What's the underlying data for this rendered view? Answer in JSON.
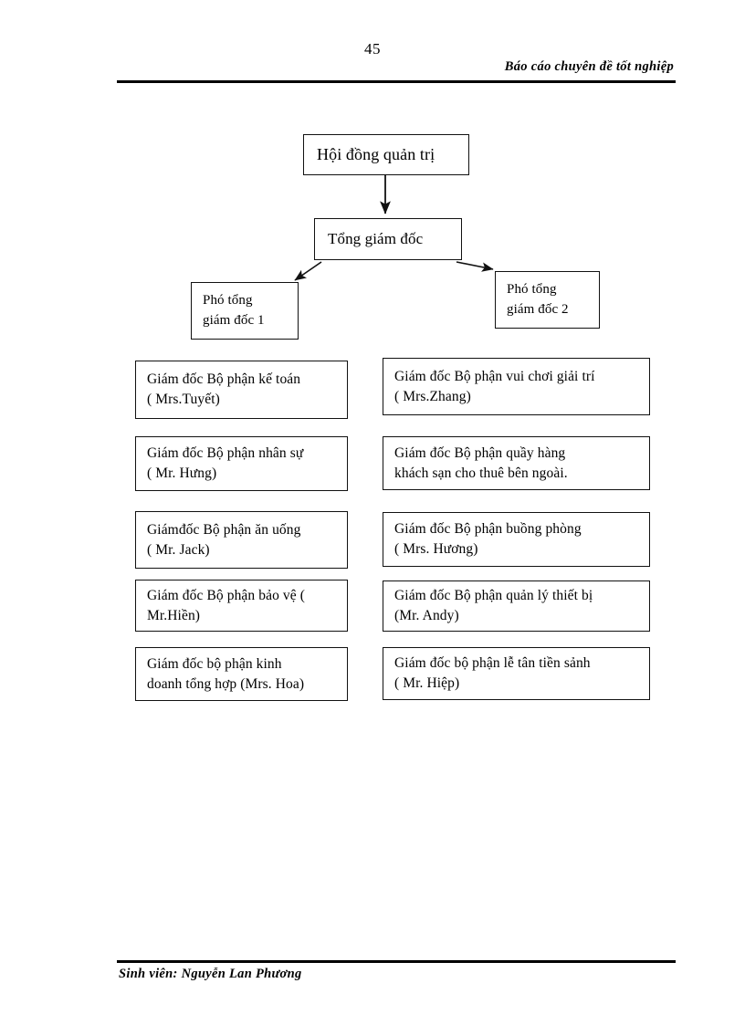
{
  "page": {
    "number": "45",
    "header_title": "Báo cáo chuyên đề tốt nghiệp",
    "footer_text": "Sinh viên: Nguyễn Lan Phương"
  },
  "org_chart": {
    "board": "Hội đồng quản trị",
    "ceo": "Tổng giám  đốc",
    "vp1": "Phó tổng\ngiám  đốc 1",
    "vp2": "Phó tổng\ngiám  đốc 2",
    "left_column": [
      "Giám  đốc Bộ phận kế toán\n( Mrs.Tuyết)",
      "Giám  đốc Bộ phận nhân sự\n( Mr. Hưng)",
      "Giámđốc Bộ phận ăn uống\n( Mr. Jack)",
      "Giám  đốc Bộ phận bảo vệ (\nMr.Hiền)",
      "Giám  đốc bộ phận kinh\ndoanh tổng hợp (Mrs. Hoa)"
    ],
    "right_column": [
      "Giám  đốc Bộ phận vui  chơi giải  trí\n( Mrs.Zhang)",
      "Giám  đốc Bộ phận quầy hàng\nkhách sạn cho thuê bên ngoài.",
      "Giám  đốc Bộ phận buồng phòng\n( Mrs. Hương)",
      "Giám  đốc Bộ phận quản lý thiết bị\n(Mr. Andy)",
      "Giám  đốc bộ phận lễ tân tiền sảnh\n( Mr. Hiệp)"
    ]
  }
}
